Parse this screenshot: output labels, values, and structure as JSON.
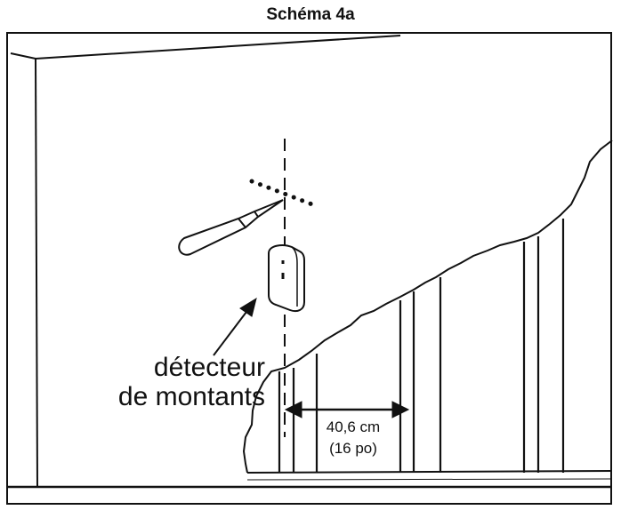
{
  "figure": {
    "title": "Schéma 4a"
  },
  "callout": {
    "line1": "détecteur",
    "line2": "de montants"
  },
  "measurement": {
    "metric": "40,6 cm",
    "imperial": "(16 po)"
  }
}
